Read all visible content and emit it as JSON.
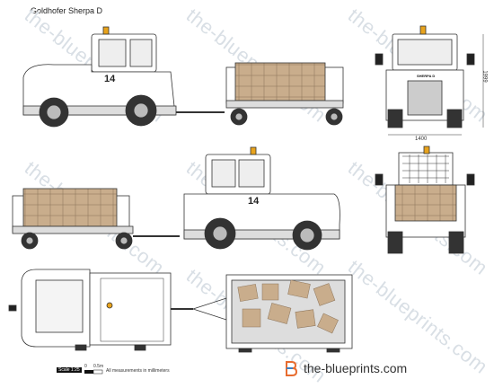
{
  "title": "Goldhofer Sherpa D",
  "watermark": "the-blueprints.com",
  "brand": {
    "name": "the-blueprints.com"
  },
  "dimensions": {
    "width": "1400",
    "height": "1999"
  },
  "vehicle_number": "14",
  "vehicle_badge": "SHERPA D",
  "scale": {
    "label": "Scale 1:25",
    "cm0": "0",
    "cm1": "0.5m",
    "note": "All measurements in millimeters"
  }
}
